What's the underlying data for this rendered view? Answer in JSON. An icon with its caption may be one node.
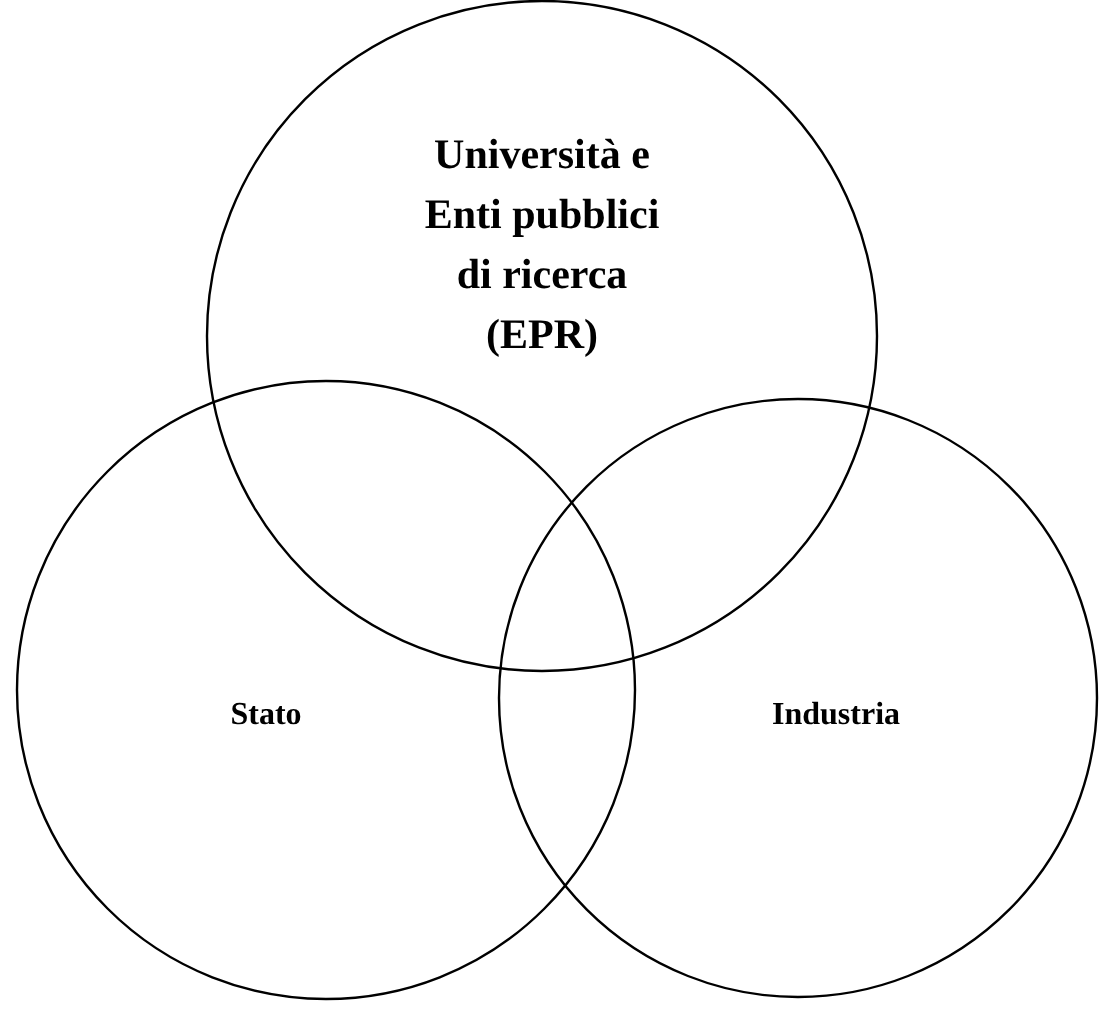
{
  "diagram": {
    "nodes": [
      {
        "text": [
          "Università e Enti pubblici di ricerca (EPR)"
        ]
      },
      {
        "text": [
          "Stato"
        ]
      },
      {
        "text": [
          "Industria"
        ]
      }
    ]
  }
}
